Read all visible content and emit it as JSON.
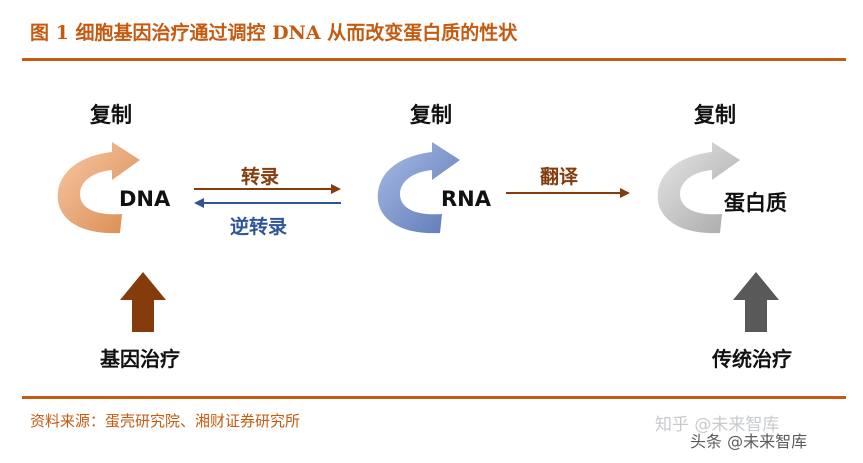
{
  "figure": {
    "title": "图 1  细胞基因治疗通过调控 DNA 从而改变蛋白质的性状",
    "source": "资料来源：蛋壳研究院、湘财证券研究所"
  },
  "nodes": {
    "dna": {
      "label": "DNA",
      "replication": "复制",
      "color": "#E8A070"
    },
    "rna": {
      "label": "RNA",
      "replication": "复制",
      "color": "#7A93C8"
    },
    "protein": {
      "label": "蛋白质",
      "replication": "复制",
      "color": "#BDBDBD"
    }
  },
  "processes": {
    "transcription": {
      "label": "转录",
      "color": "#843C0C"
    },
    "reverse_transcription": {
      "label": "逆转录",
      "color": "#2F5597"
    },
    "translation": {
      "label": "翻译",
      "color": "#843C0C"
    }
  },
  "therapies": {
    "gene_therapy": {
      "label": "基因治疗",
      "color": "#843C0C"
    },
    "traditional_therapy": {
      "label": "传统治疗",
      "color": "#595959"
    }
  },
  "watermarks": {
    "zhihu": "知乎 @未来智库",
    "toutiao": "头条 @未来智库"
  }
}
